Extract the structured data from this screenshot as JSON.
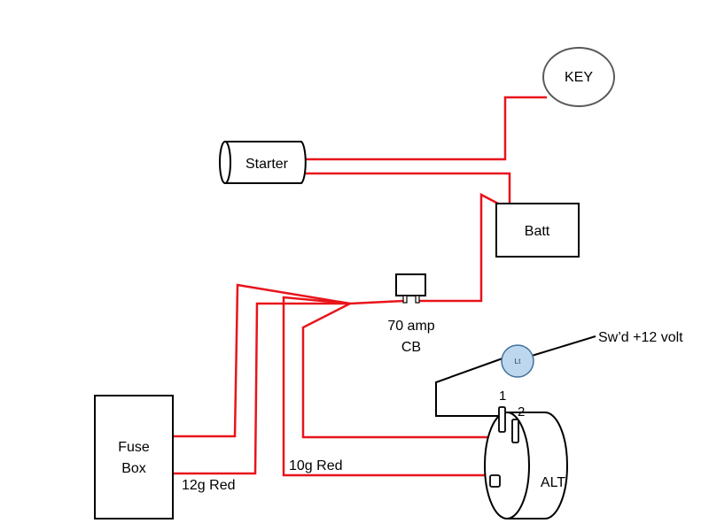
{
  "components": {
    "key": "KEY",
    "starter": "Starter",
    "battery": "Batt",
    "breaker_line1": "70 amp",
    "breaker_line2": "CB",
    "lamp": "Lt",
    "switched": "Sw’d +12 volt",
    "fuse_line1": "Fuse",
    "fuse_line2": "Box",
    "alternator": "ALT",
    "terminal_1": "1",
    "terminal_2": "2"
  },
  "wires": {
    "gauge_12": "12g Red",
    "gauge_10": "10g Red"
  },
  "colors": {
    "wire_red": "#e8141b",
    "wire_black": "#000000",
    "key_outline": "#595959",
    "lamp_fill": "#bdd7ee",
    "lamp_outline": "#41719c"
  }
}
